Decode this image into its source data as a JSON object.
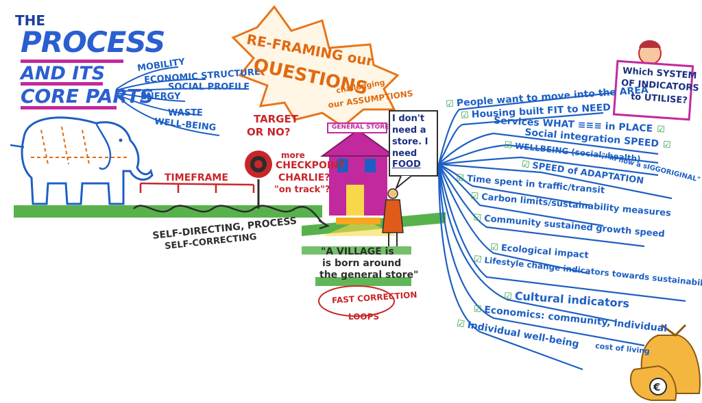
{
  "title": {
    "the": "THE",
    "process": "PROCESS",
    "and_its": "AND ITS",
    "core_parts": "CORE PARTS"
  },
  "core_parts_list": [
    "MOBILITY",
    "ECONOMIC STRUCTURE",
    "SOCIAL PROFILE",
    "ENERGY",
    "WASTE",
    "WELL-BEING"
  ],
  "timeline": {
    "timeframe": "TIMEFRAME",
    "self_directing": "SELF-DIRECTING, PROCESS",
    "self_correcting": "SELF-CORRECTING"
  },
  "target": {
    "line1": "TARGET",
    "line2": "OR NO?",
    "checkpoint1": "more",
    "checkpoint2": "CHECKPOINT",
    "checkpoint3": "CHARLIE?",
    "checkpoint4": "\"on track\"?"
  },
  "burst": {
    "line1": "RE-FRAMING our",
    "line2": "QUESTIONS",
    "line3": "challenging",
    "line4": "our ASSUMPTIONS"
  },
  "store": {
    "sign": "GENERAL STORE",
    "speech1": "I don't",
    "speech2": "need a",
    "speech3": "store. I",
    "speech4": "need",
    "speech5": "FOOD"
  },
  "village": {
    "line1": "\"A VILLAGE is",
    "line2": "is born around",
    "line3": "the general store\""
  },
  "fast_correction": {
    "line1": "FAST CORRECTION",
    "line2": "LOOPS"
  },
  "indicators_question": {
    "line1": "Which SYSTEM",
    "line2": "OF INDICATORS",
    "line3": "to UTILISE?"
  },
  "indicators": [
    "People want to move into the AREA",
    "Housing built FIT to NEED",
    "Services WHAT ≡≡≡ in PLACE",
    "Social integration SPEED",
    "WELLBEING (social, health)",
    "SPEED of ADAPTATION",
    "Time spent in traffic/transit",
    "Carbon limits/sustainability measures",
    "Community sustained growth speed",
    "Ecological impact",
    "Lifestyle change indicators towards sustainability",
    "Cultural indicators",
    "Economics: community, individual",
    "Individual well-being"
  ],
  "indicator_notes": {
    "wellbeing_quote": "\"I'm now a sIGGORIGINAL\"",
    "cost_of_living": "cost of living"
  },
  "colors": {
    "blue": "#1d5fc4",
    "red": "#c8262a",
    "orange": "#e06a10",
    "green": "#3aa52d",
    "magenta": "#c3299e",
    "purple": "#8e3fb0"
  }
}
